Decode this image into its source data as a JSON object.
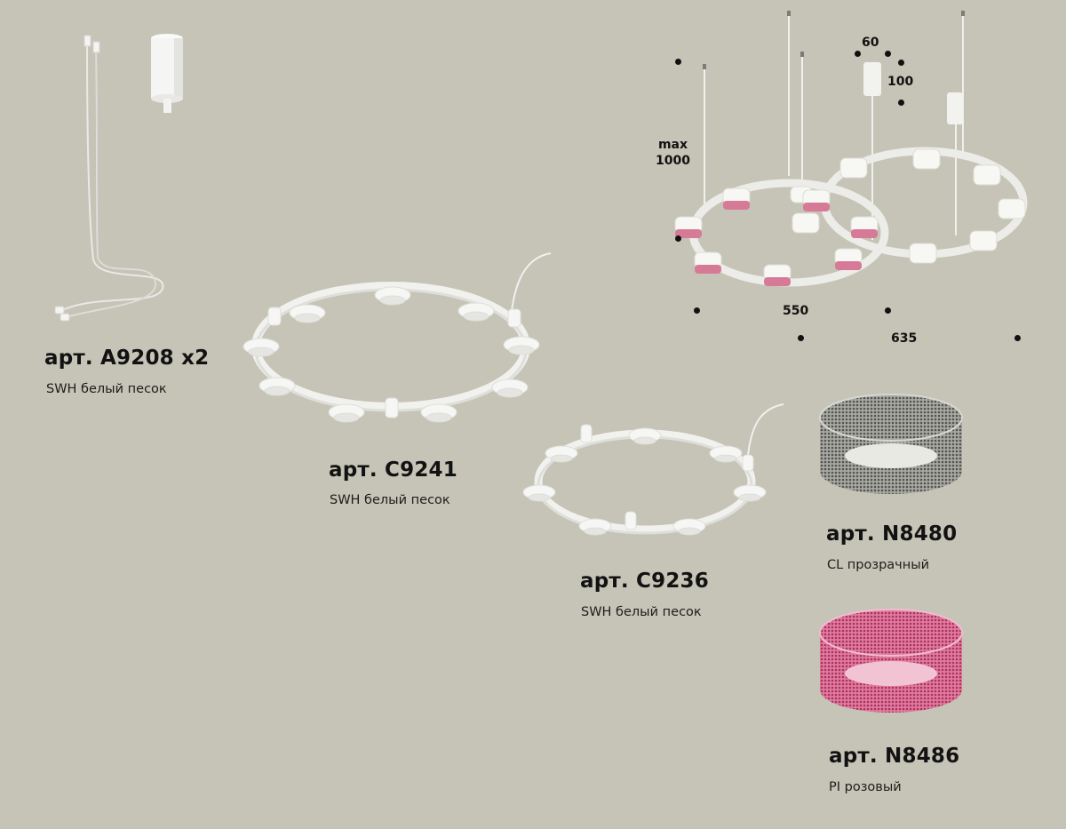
{
  "products": [
    {
      "article": "арт. A9208 x2",
      "finish": "SWH белый песок"
    },
    {
      "article": "арт. C9241",
      "finish": "SWH белый песок"
    },
    {
      "article": "арт. C9236",
      "finish": "SWH белый песок"
    },
    {
      "article": "арт. N8480",
      "finish": "CL прозрачный"
    },
    {
      "article": "арт. N8486",
      "finish": "PI розовый"
    }
  ],
  "dimensions": {
    "canopy_width": "60",
    "canopy_height": "100",
    "max_label": "max",
    "max_height": "1000",
    "small_ring_diameter": "550",
    "large_ring_diameter": "635"
  },
  "colors": {
    "background": "#c6c4b6",
    "fixture_white": "#f3f3f0",
    "clear_crystal": "#8a8a88",
    "pink_crystal": "#c9557a"
  }
}
